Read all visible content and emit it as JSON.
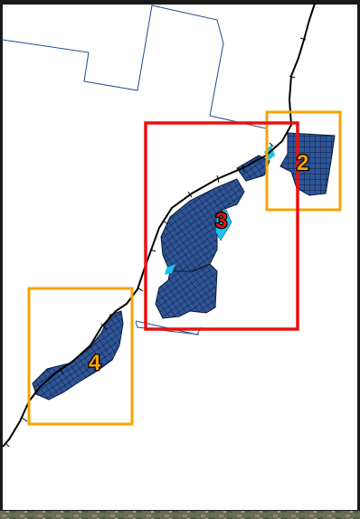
{
  "map": {
    "background_color": "#ffffff",
    "frame_color": "#1a1a1a",
    "boundary_color": "#1f4e8c",
    "urban_fill_color": "#2f5597",
    "water_color": "#19c4f0",
    "rail_color": "#000000",
    "imagery_strip": "satellite-imagery",
    "zones": [
      {
        "label": "2",
        "box_color": "#f5a300",
        "label_color": "#f5a300",
        "emphasis": "secondary"
      },
      {
        "label": "3",
        "box_color": "#e8110f",
        "label_color": "#e8110f",
        "emphasis": "primary"
      },
      {
        "label": "4",
        "box_color": "#f5a300",
        "label_color": "#f5a300",
        "emphasis": "secondary"
      }
    ]
  }
}
